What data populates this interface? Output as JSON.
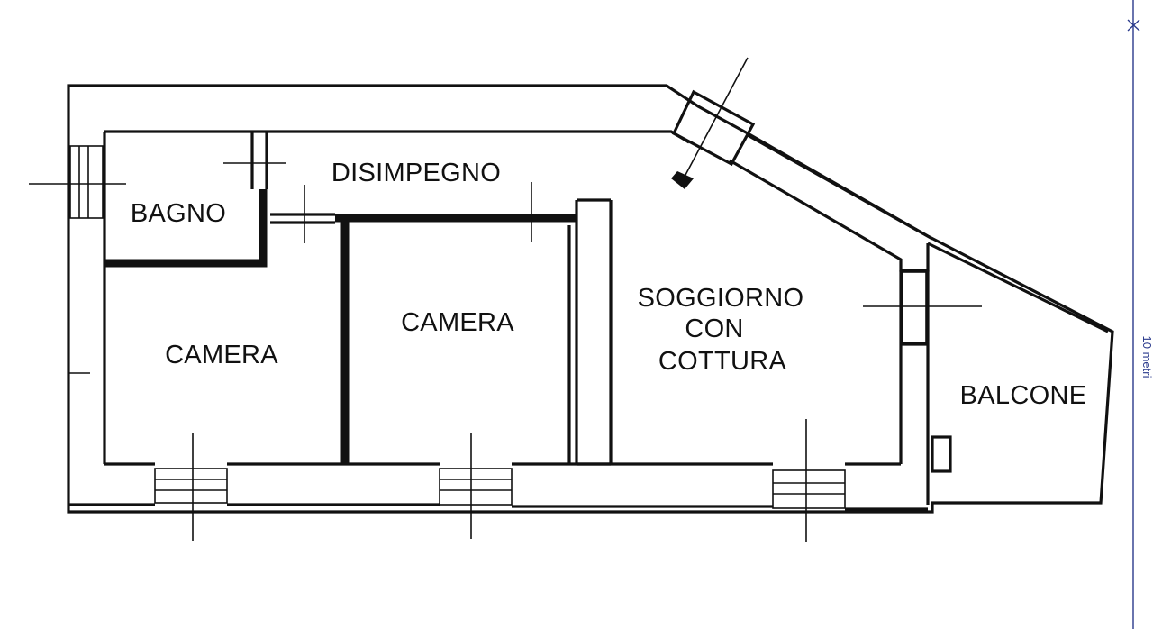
{
  "rooms": {
    "disimpegno": "DISIMPEGNO",
    "bagno": "BAGNO",
    "camera_1": "CAMERA",
    "camera_2": "CAMERA",
    "soggiorno_line1": "SOGGIORNO",
    "soggiorno_line2": "CON",
    "soggiorno_line3": "COTTURA",
    "balcone": "BALCONE"
  },
  "scale": {
    "label": "10 metri"
  },
  "colors": {
    "ink": "#111111",
    "scale_ink": "#2a3a8c",
    "background": "#ffffff"
  }
}
